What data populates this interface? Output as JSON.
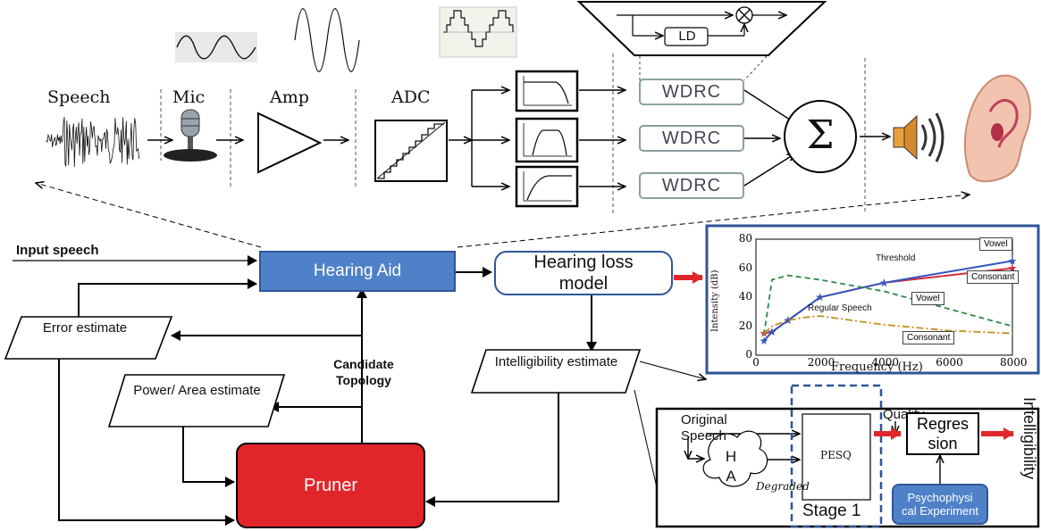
{
  "pipeline": {
    "speech": "Speech",
    "mic": "Mic",
    "amp": "Amp",
    "adc": "ADC",
    "wdrc": [
      "WDRC",
      "WDRC",
      "WDRC"
    ],
    "ld": "LD",
    "sum": "Σ"
  },
  "flow": {
    "input_speech": "Input speech",
    "hearing_aid": "Hearing Aid",
    "hearing_loss_model": "Hearing loss model",
    "error_estimate": "Error estimate",
    "candidate_topology": "Candidate Topology",
    "power_area_estimate": "Power/ Area estimate",
    "intelligibility_estimate": "Intelligibility estimate",
    "pruner": "Pruner"
  },
  "pesq_panel": {
    "original_speech": "Original Speech",
    "quality": "Quality",
    "intelligibility": "Intelligibility",
    "ha": "H A",
    "degraded": "Degraded",
    "pesq": "PESQ",
    "regression": "Regres sion",
    "stage": "Stage 1",
    "psychophysical": "Psychophysi cal Experiment"
  },
  "chart_data": {
    "type": "line",
    "xlabel": "Frequency (Hz)",
    "ylabel": "Intensity (dB)",
    "xlim": [
      0,
      8000
    ],
    "ylim": [
      0,
      80
    ],
    "xticks": [
      "0",
      "2000",
      "4000",
      "6000",
      "8000"
    ],
    "yticks": [
      "0",
      "20",
      "40",
      "60",
      "80"
    ],
    "annotations": [
      "Threshold",
      "Vowel",
      "Consonant",
      "Regular Speech",
      "Vowel",
      "Consonant"
    ],
    "series": [
      {
        "name": "Threshold",
        "color": "#d42e3a",
        "style": "solid",
        "x": [
          250,
          500,
          1000,
          2000,
          4000,
          8000
        ],
        "y": [
          15,
          16,
          24,
          40,
          50,
          60
        ]
      },
      {
        "name": "",
        "color": "#3355c0",
        "style": "solid",
        "x": [
          250,
          500,
          1000,
          2000,
          4000,
          8000
        ],
        "y": [
          10,
          16,
          24,
          40,
          50,
          65
        ]
      },
      {
        "name": "",
        "color": "#2b8a4a",
        "style": "dashed",
        "x": [
          250,
          500,
          1000,
          2000,
          3000,
          4000,
          5000,
          6000,
          7000,
          8000
        ],
        "y": [
          14,
          52,
          55,
          52,
          48,
          44,
          38,
          32,
          26,
          20
        ]
      },
      {
        "name": "",
        "color": "#c09020",
        "style": "dashdot",
        "x": [
          250,
          500,
          1000,
          1500,
          2000,
          3000,
          4000,
          5000,
          6000,
          7000,
          8000
        ],
        "y": [
          15,
          20,
          24,
          26,
          27,
          24,
          21,
          19,
          17,
          16,
          15
        ]
      }
    ]
  }
}
